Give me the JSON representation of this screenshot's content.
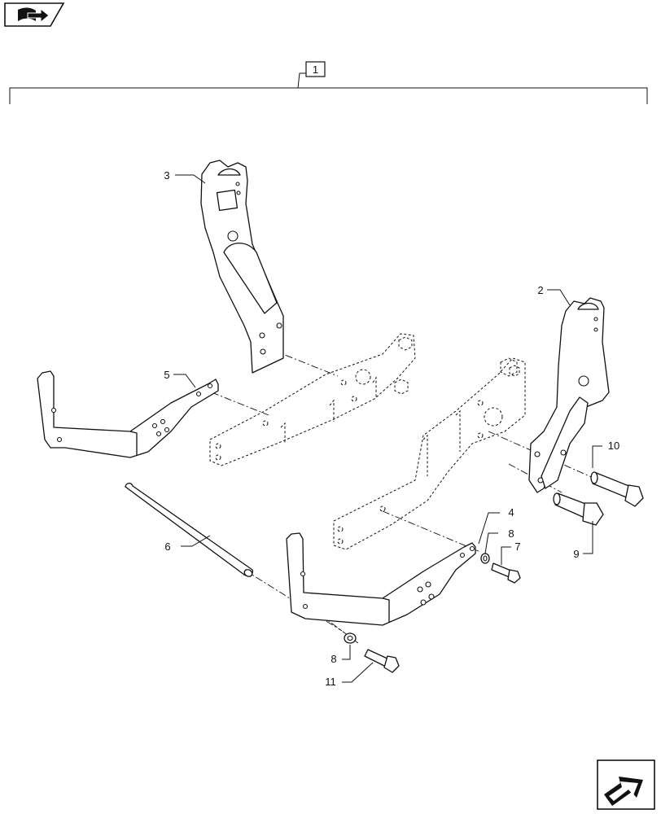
{
  "icons": {
    "top_nav": "book-arrow-icon",
    "bottom_nav": "next-page-arrow-icon"
  },
  "assembly_label": "1",
  "callouts": {
    "c2": "2",
    "c3": "3",
    "c4": "4",
    "c5": "5",
    "c6": "6",
    "c7": "7",
    "c8a": "8",
    "c8b": "8",
    "c9": "9",
    "c10": "10",
    "c11": "11"
  }
}
